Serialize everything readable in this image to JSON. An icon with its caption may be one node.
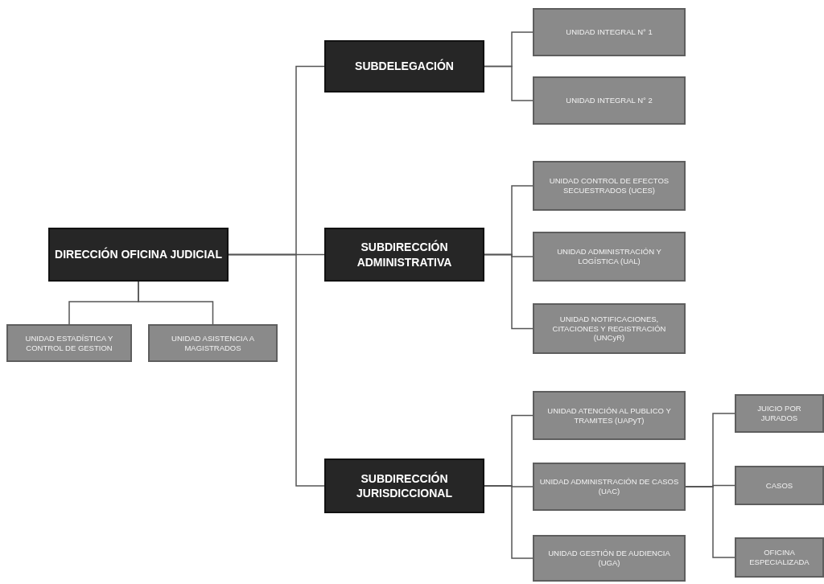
{
  "diagram": {
    "nodes": [
      {
        "text": [
          "DIRECCIÓN OFICINA JUDICIAL"
        ]
      },
      {
        "text": [
          "UNIDAD ESTADÍSTICA Y CONTROL DE GESTION"
        ]
      },
      {
        "text": [
          "UNIDAD ASISTENCIA A MAGISTRADOS"
        ]
      },
      {
        "text": [
          "SUBDELEGACIÓN"
        ]
      },
      {
        "text": [
          "SUBDIRECCIÓN ADMINISTRATIVA"
        ]
      },
      {
        "text": [
          "SUBDIRECCIÓN JURISDICCIONAL"
        ]
      },
      {
        "text": [
          "UNIDAD INTEGRAL N° 1"
        ]
      },
      {
        "text": [
          "UNIDAD INTEGRAL N° 2"
        ]
      },
      {
        "text": [
          "UNIDAD CONTROL DE EFECTOS SECUESTRADOS (UCES)"
        ]
      },
      {
        "text": [
          "UNIDAD ADMINISTRACIÓN Y LOGÍSTICA (UAL)"
        ]
      },
      {
        "text": [
          "UNIDAD NOTIFICACIONES, CITACIONES Y REGISTRACIÓN (UNCyR)"
        ]
      },
      {
        "text": [
          "UNIDAD ATENCIÓN AL PUBLICO Y TRAMITES (UAPyT)"
        ]
      },
      {
        "text": [
          "UNIDAD ADMINISTRACIÓN DE CASOS (UAC)"
        ]
      },
      {
        "text": [
          "UNIDAD GESTIÓN DE AUDIENCIA (UGA)"
        ]
      },
      {
        "text": [
          "JUICIO POR JURADOS"
        ]
      },
      {
        "text": [
          "CASOS"
        ]
      },
      {
        "text": [
          "OFICINA ESPECIALIZADA"
        ]
      }
    ],
    "edges": [
      {
        "from": 0,
        "to": 1,
        "arrow": "none"
      },
      {
        "from": 0,
        "to": 2,
        "arrow": "none"
      },
      {
        "from": 0,
        "to": 3,
        "arrow": "none"
      },
      {
        "from": 0,
        "to": 4,
        "arrow": "none"
      },
      {
        "from": 0,
        "to": 5,
        "arrow": "none"
      },
      {
        "from": 3,
        "to": 6,
        "arrow": "none"
      },
      {
        "from": 3,
        "to": 7,
        "arrow": "none"
      },
      {
        "from": 4,
        "to": 8,
        "arrow": "none"
      },
      {
        "from": 4,
        "to": 9,
        "arrow": "none"
      },
      {
        "from": 4,
        "to": 10,
        "arrow": "none"
      },
      {
        "from": 5,
        "to": 11,
        "arrow": "none"
      },
      {
        "from": 5,
        "to": 12,
        "arrow": "none"
      },
      {
        "from": 5,
        "to": 13,
        "arrow": "none"
      },
      {
        "from": 12,
        "to": 14,
        "arrow": "none"
      },
      {
        "from": 12,
        "to": 15,
        "arrow": "none"
      },
      {
        "from": 12,
        "to": 16,
        "arrow": "none"
      }
    ]
  }
}
